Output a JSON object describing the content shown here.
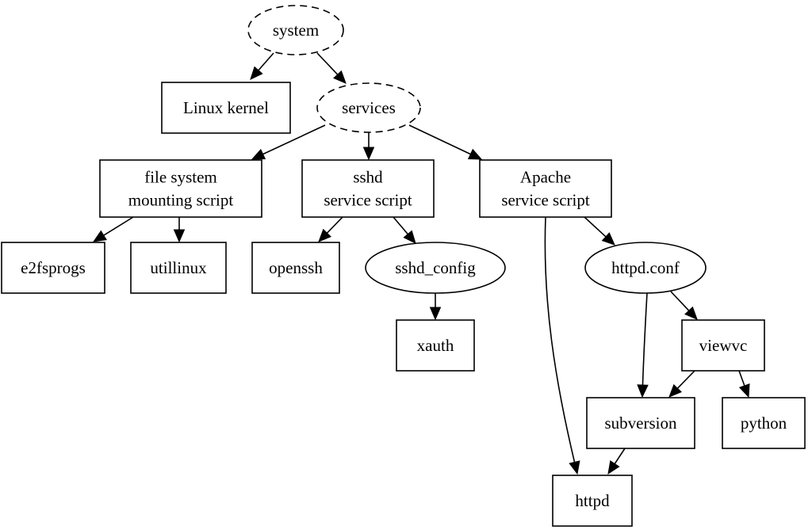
{
  "diagram": {
    "nodes": [
      {
        "id": "system",
        "lines": [
          "system"
        ],
        "shape": "ellipse",
        "style": "dashed"
      },
      {
        "id": "linux_kernel",
        "lines": [
          "Linux kernel"
        ],
        "shape": "box"
      },
      {
        "id": "services",
        "lines": [
          "services"
        ],
        "shape": "ellipse",
        "style": "dashed"
      },
      {
        "id": "fs_script",
        "lines": [
          "file system",
          "mounting script"
        ],
        "shape": "box"
      },
      {
        "id": "sshd_script",
        "lines": [
          "sshd",
          "service script"
        ],
        "shape": "box"
      },
      {
        "id": "apache_script",
        "lines": [
          "Apache",
          "service script"
        ],
        "shape": "box"
      },
      {
        "id": "e2fsprogs",
        "lines": [
          "e2fsprogs"
        ],
        "shape": "box"
      },
      {
        "id": "utillinux",
        "lines": [
          "utillinux"
        ],
        "shape": "box"
      },
      {
        "id": "openssh",
        "lines": [
          "openssh"
        ],
        "shape": "box"
      },
      {
        "id": "sshd_config",
        "lines": [
          "sshd_config"
        ],
        "shape": "ellipse"
      },
      {
        "id": "httpd_conf",
        "lines": [
          "httpd.conf"
        ],
        "shape": "ellipse"
      },
      {
        "id": "xauth",
        "lines": [
          "xauth"
        ],
        "shape": "box"
      },
      {
        "id": "viewvc",
        "lines": [
          "viewvc"
        ],
        "shape": "box"
      },
      {
        "id": "subversion",
        "lines": [
          "subversion"
        ],
        "shape": "box"
      },
      {
        "id": "python",
        "lines": [
          "python"
        ],
        "shape": "box"
      },
      {
        "id": "httpd",
        "lines": [
          "httpd"
        ],
        "shape": "box"
      }
    ],
    "edges": [
      {
        "from": "system",
        "to": "linux_kernel"
      },
      {
        "from": "system",
        "to": "services"
      },
      {
        "from": "services",
        "to": "fs_script"
      },
      {
        "from": "services",
        "to": "sshd_script"
      },
      {
        "from": "services",
        "to": "apache_script"
      },
      {
        "from": "fs_script",
        "to": "e2fsprogs"
      },
      {
        "from": "fs_script",
        "to": "utillinux"
      },
      {
        "from": "sshd_script",
        "to": "openssh"
      },
      {
        "from": "sshd_script",
        "to": "sshd_config"
      },
      {
        "from": "sshd_config",
        "to": "xauth"
      },
      {
        "from": "apache_script",
        "to": "httpd_conf"
      },
      {
        "from": "apache_script",
        "to": "httpd"
      },
      {
        "from": "httpd_conf",
        "to": "subversion"
      },
      {
        "from": "httpd_conf",
        "to": "viewvc"
      },
      {
        "from": "viewvc",
        "to": "subversion"
      },
      {
        "from": "viewvc",
        "to": "python"
      },
      {
        "from": "subversion",
        "to": "httpd"
      }
    ]
  }
}
